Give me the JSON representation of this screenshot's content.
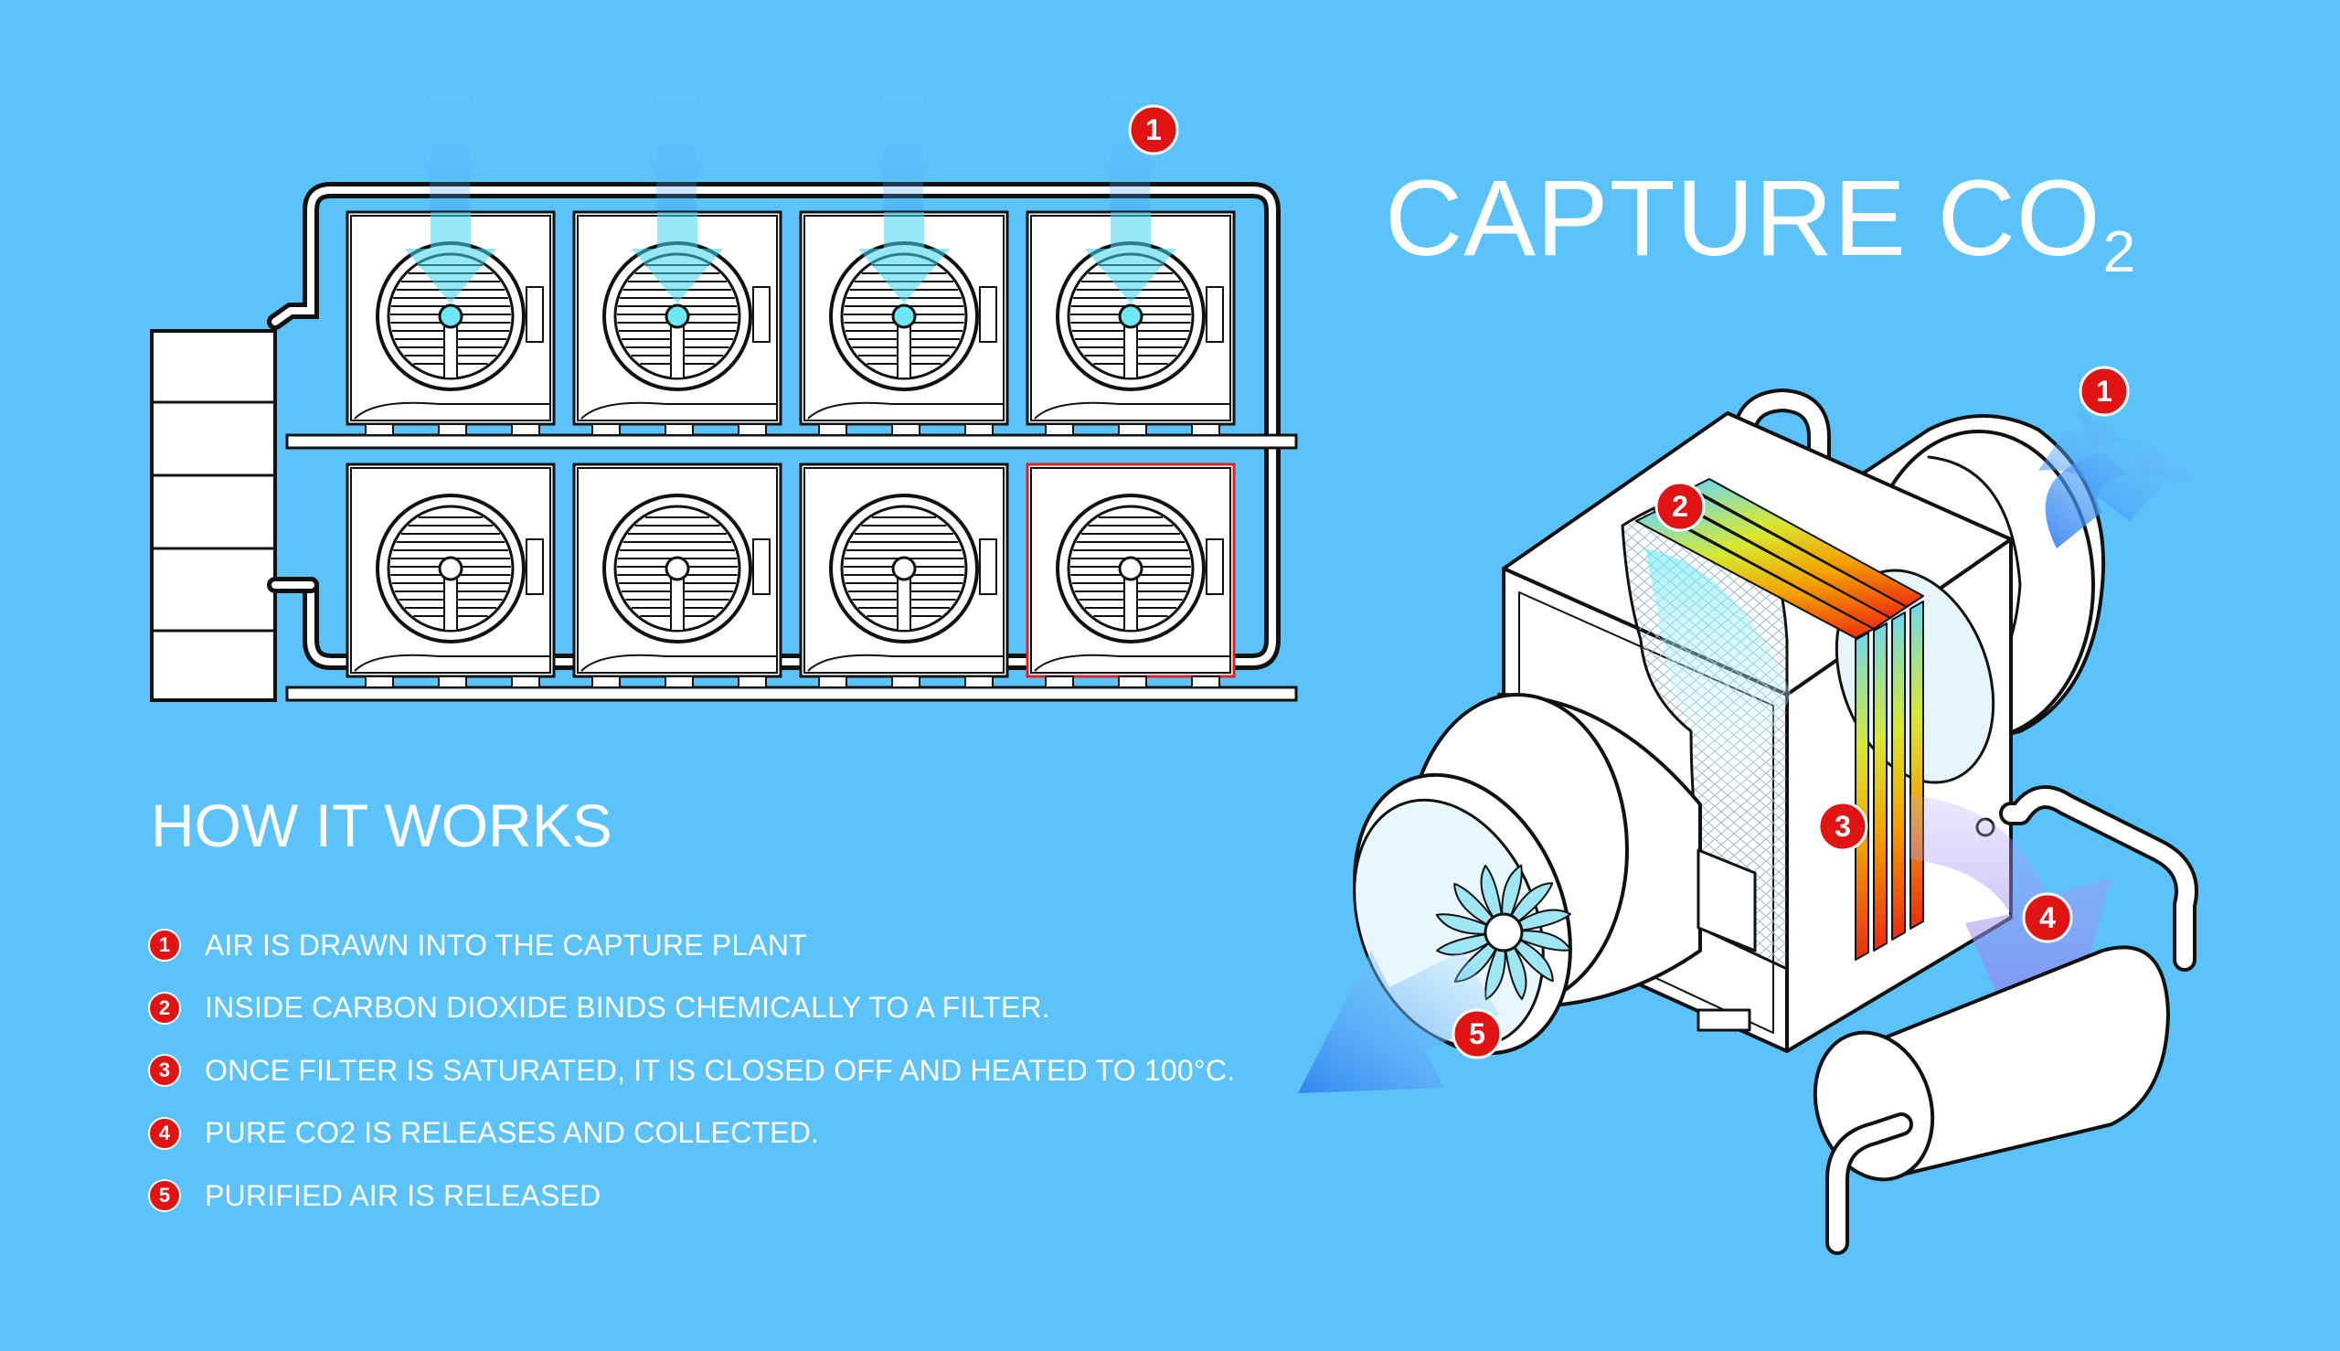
{
  "title": {
    "main": "CAPTURE CO",
    "subscript": "2"
  },
  "how_it_works": {
    "heading": "HOW IT WORKS",
    "steps": [
      {
        "number": "1",
        "text": "AIR IS DRAWN INTO THE CAPTURE PLANT"
      },
      {
        "number": "2",
        "text": "INSIDE CARBON DIOXIDE BINDS CHEMICALLY TO A FILTER."
      },
      {
        "number": "3",
        "text": "ONCE FILTER IS SATURATED, IT IS CLOSED OFF AND HEATED TO 100°C."
      },
      {
        "number": "4",
        "text": "PURE CO2 IS RELEASES AND COLLECTED."
      },
      {
        "number": "5",
        "text": "PURIFIED AIR IS RELEASED"
      }
    ]
  },
  "plant_diagram": {
    "marker": "1",
    "fan_units": 8
  },
  "unit_diagram": {
    "markers": [
      "1",
      "2",
      "3",
      "4",
      "5"
    ]
  },
  "colors": {
    "background": "#5cc3fa",
    "badge": "#e11414",
    "outline": "#111111",
    "air_flow": "#3b8cf5",
    "co2_flow": "#9a8af0",
    "highlight_unit": "#e02020"
  }
}
